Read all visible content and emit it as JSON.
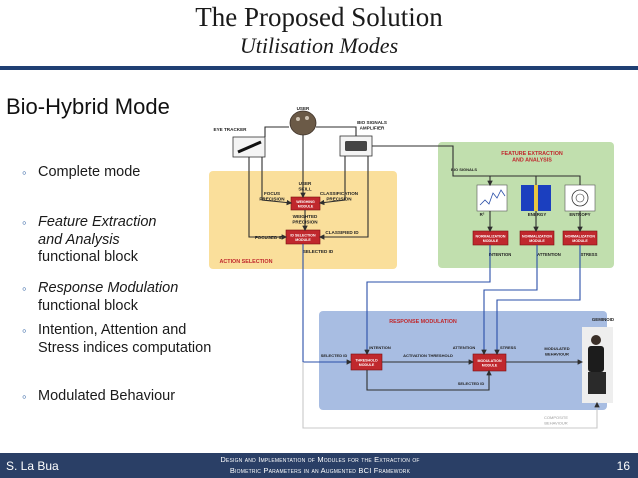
{
  "slide": {
    "title": "The Proposed Solution",
    "subtitle": "Utilisation Modes",
    "mode_heading": "Bio-Hybrid Mode",
    "bullets": [
      {
        "lines": [
          "Complete mode"
        ],
        "italic_lines": []
      },
      {
        "lines": [
          "Feature Extraction",
          "and Analysis",
          "functional block"
        ],
        "italic_lines": [
          0,
          1
        ]
      },
      {
        "lines": [
          "Response Modulation",
          "functional block"
        ],
        "italic_lines": [
          0
        ]
      },
      {
        "lines": [
          "Intention, Attention and",
          "Stress indices computation"
        ],
        "italic_lines": []
      },
      {
        "lines": [
          "Modulated Behaviour"
        ],
        "italic_lines": []
      }
    ]
  },
  "diagram": {
    "user": "USER",
    "eye_tracker": "EYE TRACKER",
    "bio_signals_amplifier": [
      "BIO SIGNALS",
      "AMPLIFIER"
    ],
    "action_selection": {
      "label": "ACTION SELECTION",
      "user_skill": [
        "USER",
        "SKILL"
      ],
      "focus_precision": [
        "FOCUS",
        "PRECISION"
      ],
      "classification_precision": [
        "CLASSIFICATION",
        "PRECISION"
      ],
      "weighing_module": [
        "WEIGHING",
        "MODULE"
      ],
      "weighted_precision": [
        "WEIGHTED",
        "PRECISION"
      ],
      "focused_id": "FOCUSED ID",
      "classified_id": "CLASSIFIED ID",
      "id_selection_module": [
        "ID SELECTION",
        "MODULE"
      ],
      "selected_id": "SELECTED ID"
    },
    "feature_extraction": {
      "label": [
        "FEATURE EXTRACTION",
        "AND ANALYSIS"
      ],
      "bio_signals": "BIO SIGNALS",
      "r2": "R²",
      "energy": "ENERGY",
      "entropy": "ENTROPY",
      "normalization_module": [
        "NORMALIZATION",
        "MODULE"
      ],
      "intention": "INTENTION",
      "attention": "ATTENTION",
      "stress": "STRESS"
    },
    "response_modulation": {
      "label": "RESPONSE MODULATION",
      "intention": "INTENTION",
      "attention": "ATTENTION",
      "stress": "STRESS",
      "selected_id_in": "SELECTED ID",
      "activation_threshold": "ACTIVATION THRESHOLD",
      "threshold_module": [
        "THRESHOLD",
        "MODULE"
      ],
      "modulation_module": [
        "MODULATION",
        "MODULE"
      ],
      "selected_id_out": "SELECTED ID"
    },
    "geminoid": "GEMINOID",
    "modulated_behaviour": [
      "MODULATED",
      "BEHAVIOUR"
    ],
    "composite_behaviour": [
      "COMPOSITE",
      "BEHAVIOUR"
    ],
    "colors": {
      "action_box": "#f9d98a",
      "feature_box": "#b6d9a0",
      "response_box": "#9fb6df",
      "module_red": "#c0282d",
      "footer": "#2a3f66",
      "line": "#2e2e2e",
      "blue_line": "#2a4fa8"
    }
  },
  "footer": {
    "author": "S. La Bua",
    "title_line1": "Design and Implementation of Modules for the Extraction of",
    "title_line2": "Biometric Parameters in an Augmented BCI Framework",
    "page": "16"
  }
}
